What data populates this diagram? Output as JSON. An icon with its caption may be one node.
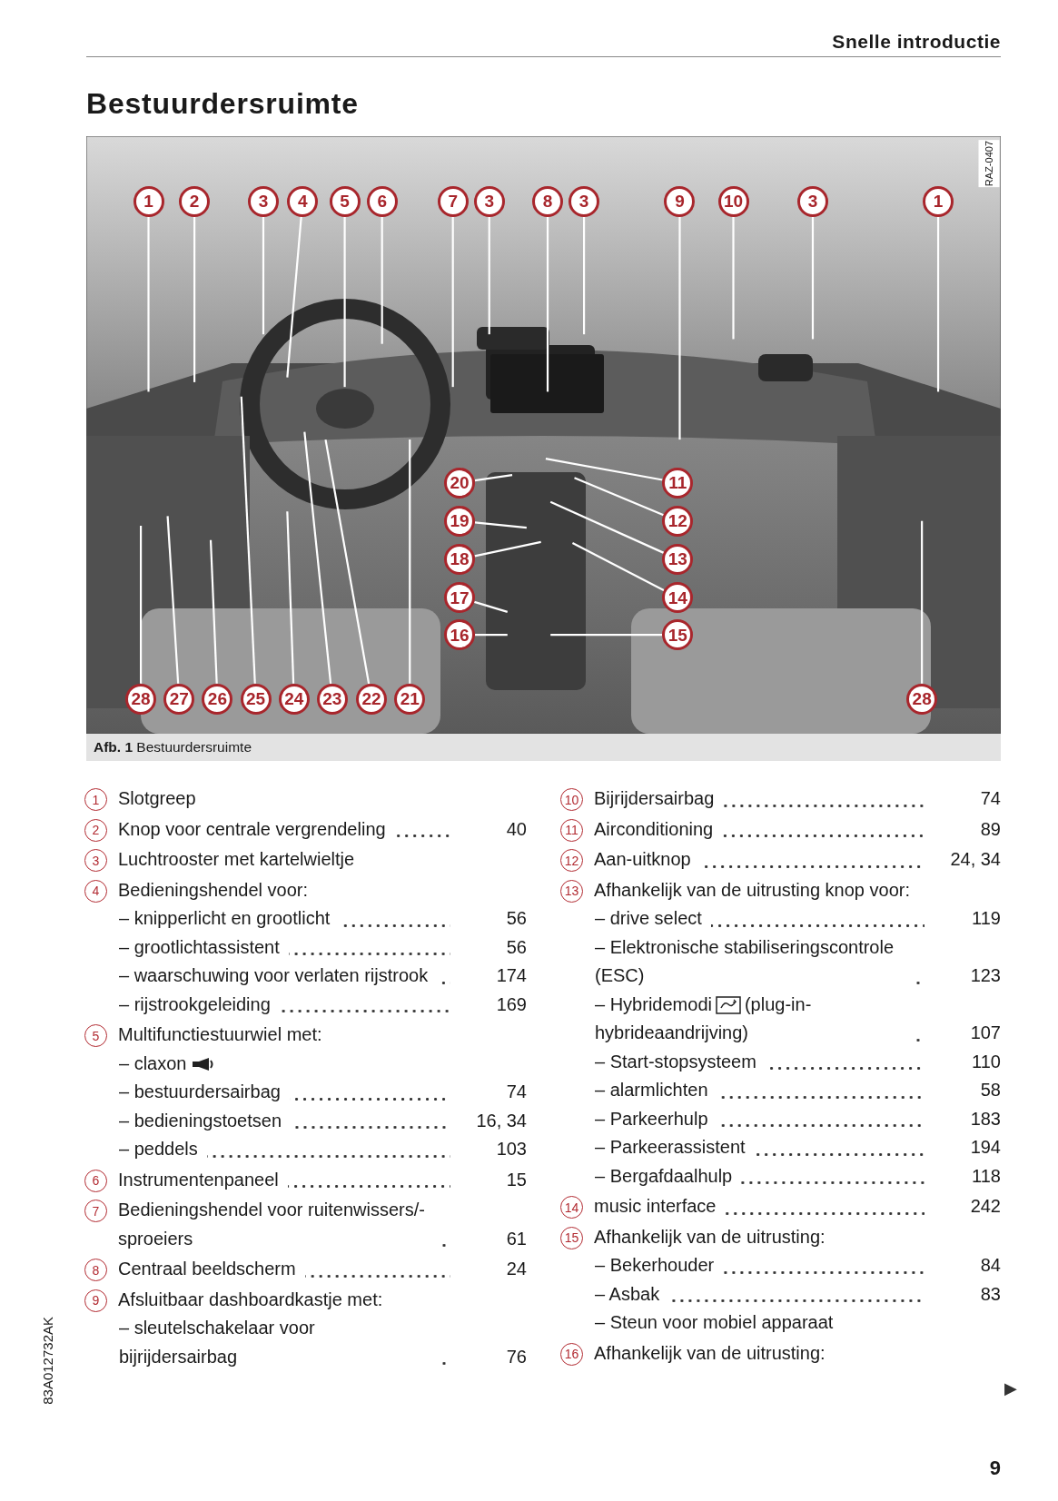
{
  "diagram": {
    "title": "Bestuurdersruimte",
    "caption": "**Afb. 1** Bestuurdersruimte",
    "nodes": [
      {
        "text": [
          "1"
        ]
      },
      {
        "text": [
          "2"
        ]
      },
      {
        "text": [
          "3"
        ]
      },
      {
        "text": [
          "4"
        ]
      },
      {
        "text": [
          "5"
        ]
      },
      {
        "text": [
          "6"
        ]
      },
      {
        "text": [
          "7"
        ]
      },
      {
        "text": [
          "3"
        ]
      },
      {
        "text": [
          "8"
        ]
      },
      {
        "text": [
          "3"
        ]
      },
      {
        "text": [
          "9"
        ]
      },
      {
        "text": [
          "10"
        ]
      },
      {
        "text": [
          "3"
        ]
      },
      {
        "text": [
          "1"
        ]
      },
      {
        "text": [
          "20"
        ]
      },
      {
        "text": [
          "11"
        ]
      },
      {
        "text": [
          "19"
        ]
      },
      {
        "text": [
          "12"
        ]
      },
      {
        "text": [
          "18"
        ]
      },
      {
        "text": [
          "13"
        ]
      },
      {
        "text": [
          "17"
        ]
      },
      {
        "text": [
          "14"
        ]
      },
      {
        "text": [
          "16"
        ]
      },
      {
        "text": [
          "15"
        ]
      },
      {
        "text": [
          "28"
        ]
      },
      {
        "text": [
          "27"
        ]
      },
      {
        "text": [
          "26"
        ]
      },
      {
        "text": [
          "25"
        ]
      },
      {
        "text": [
          "24"
        ]
      },
      {
        "text": [
          "23"
        ]
      },
      {
        "text": [
          "22"
        ]
      },
      {
        "text": [
          "21"
        ]
      },
      {
        "text": [
          "28"
        ]
      }
    ],
    "edges": [
      {
        "from": 0,
        "to": null,
        "arrow": "none"
      },
      {
        "from": 1,
        "to": null,
        "arrow": "none"
      },
      {
        "from": 2,
        "to": null,
        "arrow": "none"
      },
      {
        "from": 3,
        "to": null,
        "arrow": "none"
      },
      {
        "from": 4,
        "to": null,
        "arrow": "none"
      },
      {
        "from": 5,
        "to": null,
        "arrow": "none"
      },
      {
        "from": 6,
        "to": null,
        "arrow": "none"
      },
      {
        "from": 7,
        "to": null,
        "arrow": "none"
      },
      {
        "from": 8,
        "to": null,
        "arrow": "none"
      },
      {
        "from": 9,
        "to": null,
        "arrow": "none"
      },
      {
        "from": 10,
        "to": null,
        "arrow": "none"
      },
      {
        "from": 11,
        "to": null,
        "arrow": "none"
      },
      {
        "from": 12,
        "to": null,
        "arrow": "none"
      },
      {
        "from": 13,
        "to": null,
        "arrow": "none"
      },
      {
        "from": 14,
        "to": null,
        "arrow": "none"
      },
      {
        "from": 15,
        "to": null,
        "arrow": "none"
      },
      {
        "from": 16,
        "to": null,
        "arrow": "none"
      },
      {
        "from": 17,
        "to": null,
        "arrow": "none"
      },
      {
        "from": 18,
        "to": null,
        "arrow": "none"
      },
      {
        "from": 19,
        "to": null,
        "arrow": "none"
      },
      {
        "from": 20,
        "to": null,
        "arrow": "none"
      },
      {
        "from": 21,
        "to": null,
        "arrow": "none"
      },
      {
        "from": 22,
        "to": null,
        "arrow": "none"
      },
      {
        "from": 23,
        "to": null,
        "arrow": "none"
      },
      {
        "from": 24,
        "to": null,
        "arrow": "none"
      },
      {
        "from": 25,
        "to": null,
        "arrow": "none"
      },
      {
        "from": 26,
        "to": null,
        "arrow": "none"
      },
      {
        "from": 27,
        "to": null,
        "arrow": "none"
      },
      {
        "from": 28,
        "to": null,
        "arrow": "none"
      },
      {
        "from": 29,
        "to": null,
        "arrow": "none"
      },
      {
        "from": 30,
        "to": null,
        "arrow": "none"
      },
      {
        "from": 31,
        "to": null,
        "arrow": "none"
      },
      {
        "from": 32,
        "to": null,
        "arrow": "none"
      }
    ],
    "labels": [
      "Snelle introductie",
      "RAZ-0407",
      "1",
      "Slotgreep",
      "2",
      "Knop voor centrale vergrendeling",
      "40",
      "3",
      "Luchtrooster met kartelwieltje",
      "4",
      "Bedieningshendel voor:",
      "– knipperlicht en grootlicht",
      "56",
      "– grootlichtassistent",
      "56",
      "– waarschuwing voor verlaten rijstrook",
      "174",
      "– rijstrookgeleiding",
      "169",
      "5",
      "Multifunctiestuurwiel met:",
      "– claxon",
      "– bestuurdersairbag",
      "74",
      "– bedieningstoetsen",
      "16, 34",
      "– peddels",
      "103",
      "6",
      "Instrumentenpaneel",
      "15",
      "7",
      "Bedieningshendel voor ruitenwissers/-sproeiers",
      "61",
      "8",
      "Centraal beeldscherm",
      "24",
      "9",
      "Afsluitbaar dashboardkastje met:",
      "– sleutelschakelaar voor bijrijdersairbag",
      "76",
      "10",
      "Bijrijdersairbag",
      "74",
      "11",
      "Airconditioning",
      "89",
      "12",
      "Aan-uitknop",
      "24, 34",
      "13",
      "Afhankelijk van de uitrusting knop voor:",
      "– drive select",
      "119",
      "– Elektronische stabiliseringscontrole (ESC)",
      "123",
      "– Hybridemodi",
      "(plug-in-hybrideaandrijving)",
      "107",
      "– Start-stopsysteem",
      "110",
      "– alarmlichten",
      "58",
      "– Parkeerhulp",
      "183",
      "– Parkeerassistent",
      "194",
      "– Bergafdaalhulp",
      "118",
      "14",
      "music interface",
      "242",
      "15",
      "Afhankelijk van de uitrusting:",
      "– Bekerhouder",
      "84",
      "– Asbak",
      "83",
      "– Steun voor mobiel apparaat",
      "16",
      "Afhankelijk van de uitrusting:",
      "▶",
      "83A012732AK",
      "9"
    ]
  }
}
